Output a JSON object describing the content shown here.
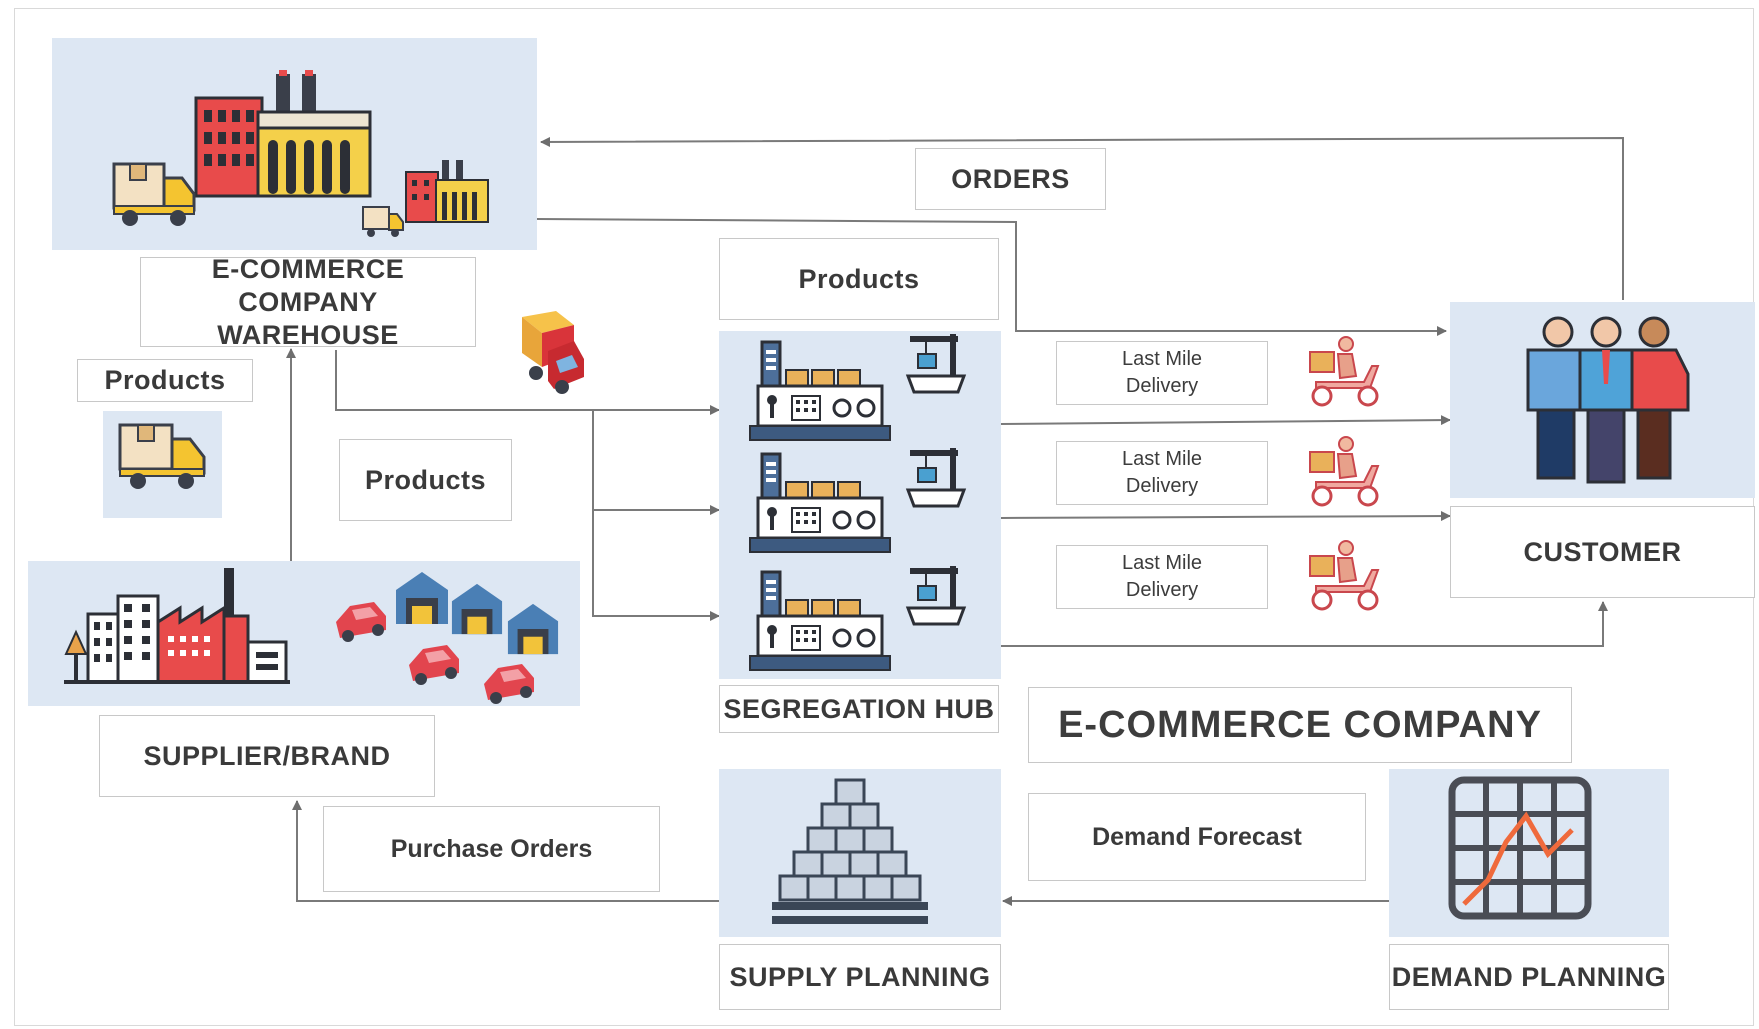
{
  "nodes": {
    "warehouse": "E-COMMERCE COMPANY\nWAREHOUSE",
    "segregation_hub": "SEGREGATION HUB",
    "customer": "CUSTOMER",
    "supplier": "SUPPLIER/BRAND",
    "supply_planning": "SUPPLY PLANNING",
    "demand_planning": "DEMAND PLANNING",
    "company": "E-COMMERCE COMPANY"
  },
  "flows": {
    "orders": "ORDERS",
    "products_top": "Products",
    "products_left": "Products",
    "products_middle": "Products",
    "last_mile_1": "Last Mile\nDelivery",
    "last_mile_2": "Last Mile\nDelivery",
    "last_mile_3": "Last Mile\nDelivery",
    "purchase_orders": "Purchase Orders",
    "demand_forecast": "Demand Forecast"
  },
  "icons": [
    "factory-icon",
    "delivery-truck-icon",
    "small-factory-icon",
    "red-truck-icon",
    "city-factory-icon",
    "warehouse-icon",
    "red-car-icon",
    "hub-facility-icon",
    "crane-icon",
    "scooter-courier-icon",
    "customers-icon",
    "box-pyramid-icon",
    "grid-chart-icon"
  ],
  "colors": {
    "panel": "#dde7f3",
    "arrow": "#6e6e6e",
    "label_border": "#c8c8c8",
    "text": "#3a3a3a"
  }
}
